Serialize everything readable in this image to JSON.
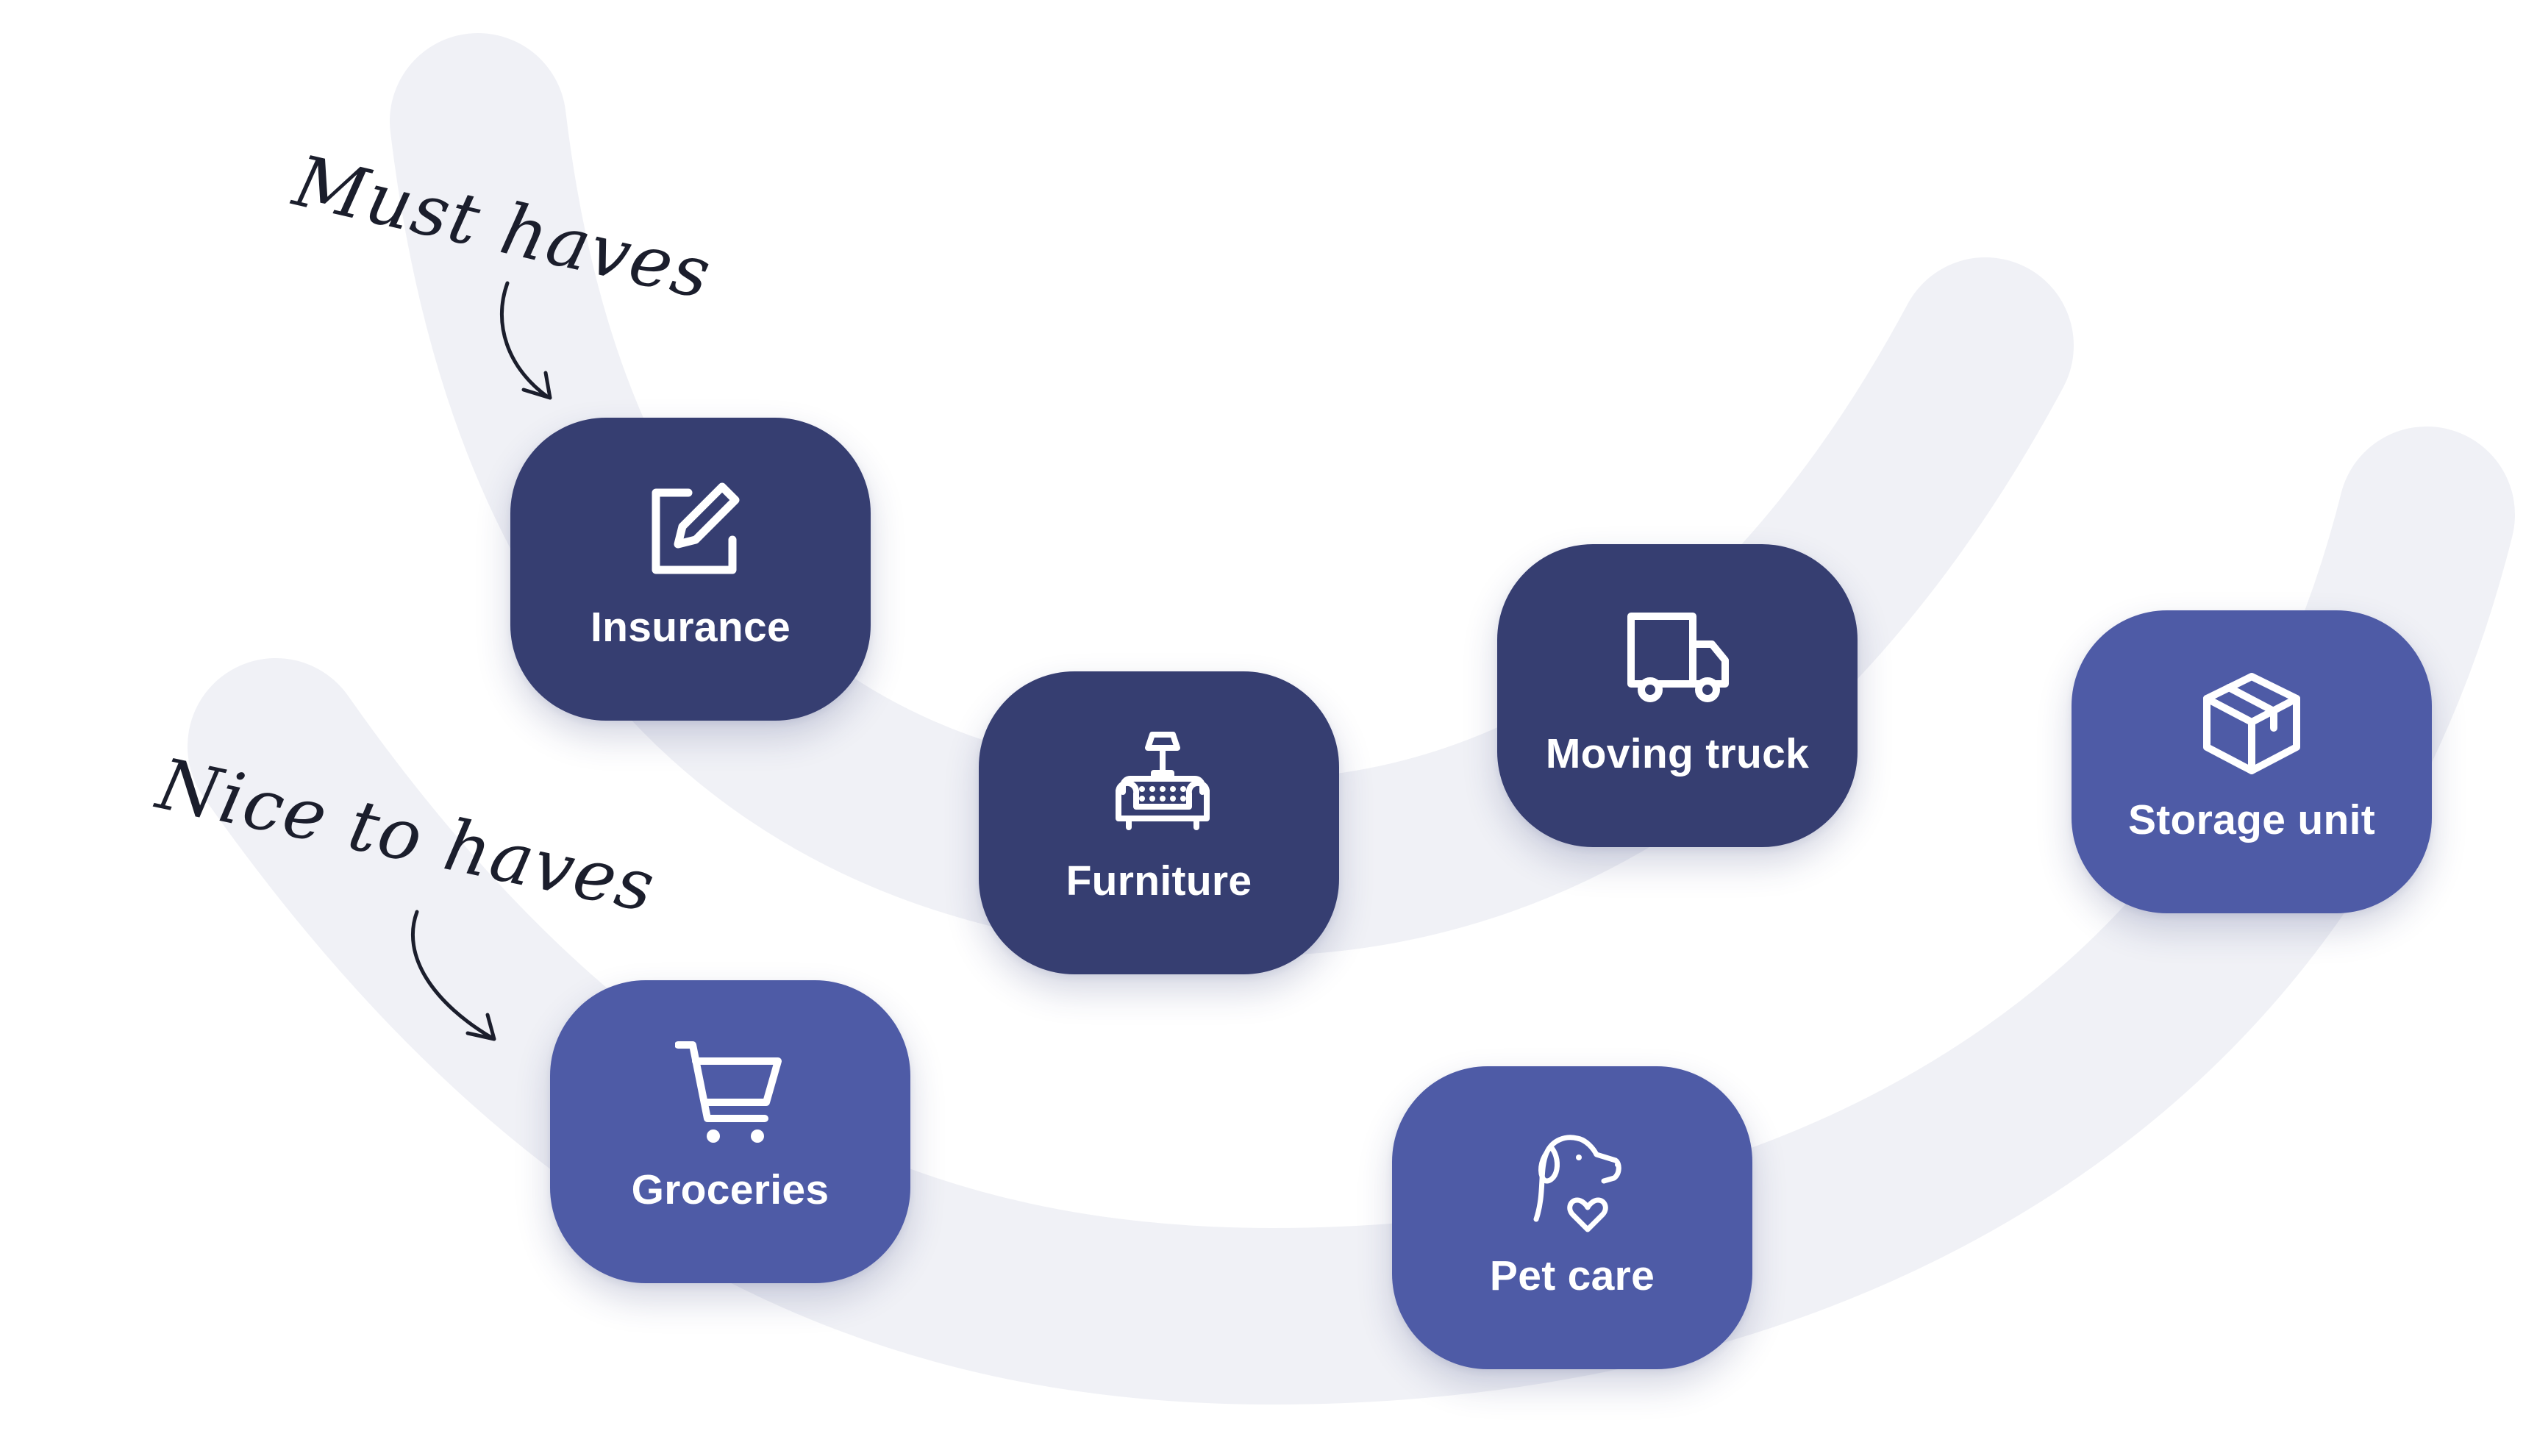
{
  "annotations": {
    "must_haves": "Must haves",
    "nice_to_haves": "Nice to haves"
  },
  "colors": {
    "must_have": "#363e71",
    "nice_to_have": "#4e5ba6",
    "track": "#f0f1f6",
    "ink": "#1b1e2c"
  },
  "cards": {
    "insurance": {
      "label": "Insurance",
      "icon": "edit-icon",
      "group": "must_have"
    },
    "furniture": {
      "label": "Furniture",
      "icon": "sofa-icon",
      "group": "must_have"
    },
    "moving_truck": {
      "label": "Moving truck",
      "icon": "truck-icon",
      "group": "must_have"
    },
    "storage_unit": {
      "label": "Storage unit",
      "icon": "package-icon",
      "group": "nice_to_have"
    },
    "groceries": {
      "label": "Groceries",
      "icon": "shopping-cart-icon",
      "group": "nice_to_have"
    },
    "pet_care": {
      "label": "Pet care",
      "icon": "dog-heart-icon",
      "group": "nice_to_have"
    }
  }
}
